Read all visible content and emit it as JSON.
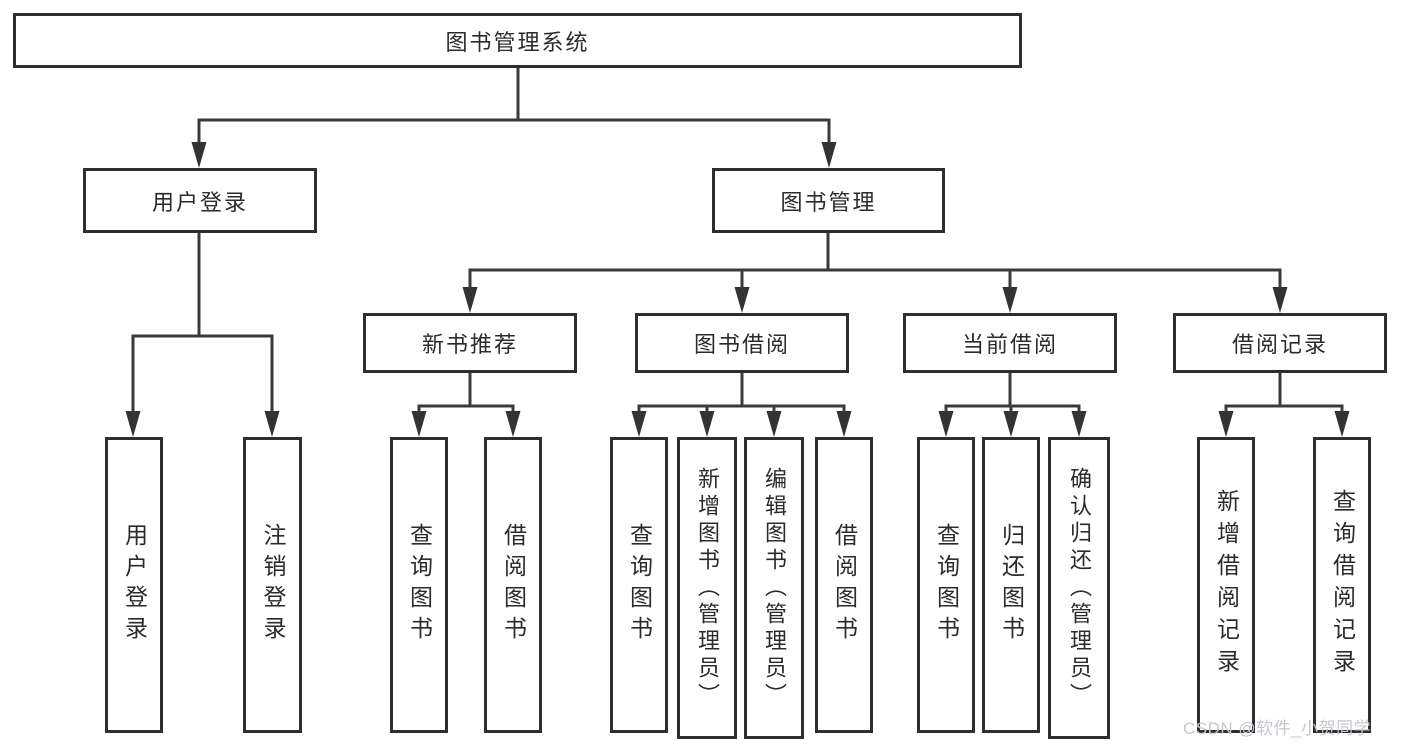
{
  "diagram": {
    "root": {
      "label": "图书管理系统"
    },
    "level2": [
      {
        "label": "用户登录"
      },
      {
        "label": "图书管理"
      }
    ],
    "level3": [
      {
        "label": "新书推荐",
        "parent": "图书管理"
      },
      {
        "label": "图书借阅",
        "parent": "图书管理"
      },
      {
        "label": "当前借阅",
        "parent": "图书管理"
      },
      {
        "label": "借阅记录",
        "parent": "图书管理"
      }
    ],
    "leaves": [
      {
        "label": "用户登录",
        "parent": "用户登录"
      },
      {
        "label": "注销登录",
        "parent": "用户登录"
      },
      {
        "label": "查询图书",
        "parent": "新书推荐"
      },
      {
        "label": "借阅图书",
        "parent": "新书推荐"
      },
      {
        "label": "查询图书",
        "parent": "图书借阅"
      },
      {
        "label": "新增图书（管理员）",
        "parent": "图书借阅"
      },
      {
        "label": "编辑图书（管理员）",
        "parent": "图书借阅"
      },
      {
        "label": "借阅图书",
        "parent": "图书借阅"
      },
      {
        "label": "查询图书",
        "parent": "当前借阅"
      },
      {
        "label": "归还图书",
        "parent": "当前借阅"
      },
      {
        "label": "确认归还（管理员）",
        "parent": "当前借阅"
      },
      {
        "label": "新增借阅记录",
        "parent": "借阅记录"
      },
      {
        "label": "查询借阅记录",
        "parent": "借阅记录"
      }
    ]
  },
  "watermark": {
    "text": "CSDN @软件_小贺同学"
  },
  "colors": {
    "background": "#ffffff",
    "box_fill": "#ffffff",
    "box_border": "#2e2e2e",
    "line": "#3a3a3a",
    "text": "#2b2b2b",
    "watermark": "#c6c6ce"
  }
}
